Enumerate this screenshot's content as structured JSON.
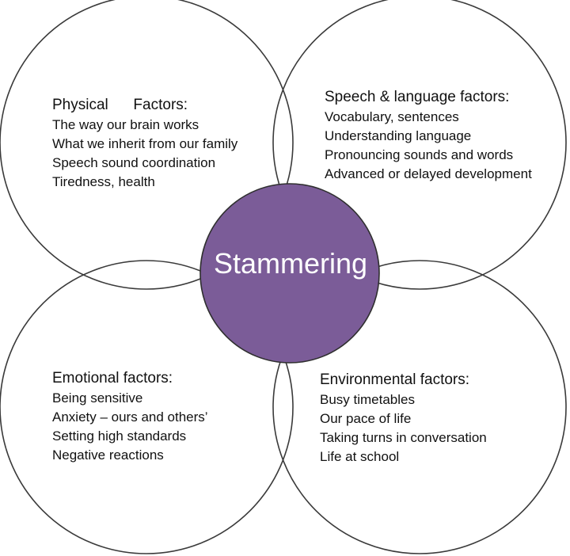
{
  "center": {
    "label": "Stammering",
    "fill": "#7b5c98"
  },
  "ring_color": "#3a3a3a",
  "groups": {
    "physical": {
      "title": "Physical      Factors:",
      "items": [
        "The way our brain works",
        "What we inherit from our family",
        "Speech sound coordination",
        "Tiredness, health"
      ]
    },
    "speech": {
      "title": "Speech & language factors:",
      "items": [
        "Vocabulary, sentences",
        "Understanding language",
        "Pronouncing sounds and words",
        "Advanced or delayed development"
      ]
    },
    "emotional": {
      "title": "Emotional factors:",
      "items": [
        "Being sensitive",
        "Anxiety – ours and others’",
        "Setting high standards",
        "Negative reactions"
      ]
    },
    "environmental": {
      "title": "Environmental factors:",
      "items": [
        "Busy timetables",
        "Our pace of life",
        "Taking turns in conversation",
        "Life at school"
      ]
    }
  }
}
